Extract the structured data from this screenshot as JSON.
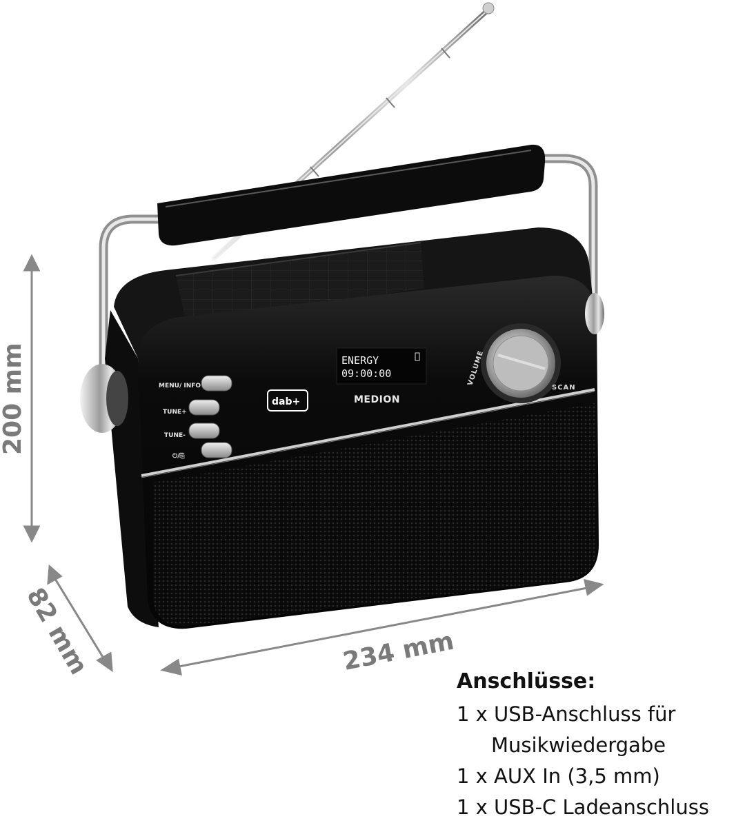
{
  "dimensions": {
    "height": "200 mm",
    "depth": "82 mm",
    "width": "234 mm"
  },
  "device": {
    "brand": "MEDION",
    "dab_logo": "dab+",
    "display": {
      "line1": "ENERGY",
      "line2": "09:00:00"
    },
    "buttons": {
      "menu": "MENU/ INFO",
      "tune_next": "TUNE+",
      "tune_prev": "TUNE-",
      "power": "⏻/⎘"
    },
    "knob_labels": {
      "volume": "VOLUME",
      "scan": "SCAN"
    },
    "colors": {
      "body": "#0b0b0b",
      "chrome": "#c9c9c9"
    }
  },
  "connections": {
    "title": "Anschlüsse:",
    "items": [
      {
        "text": "1 x USB-Anschluss für",
        "cont": "Musikwiedergabe"
      },
      {
        "text": "1 x AUX In (3,5 mm)"
      },
      {
        "text": "1 x USB-C Ladeanschluss"
      }
    ]
  }
}
